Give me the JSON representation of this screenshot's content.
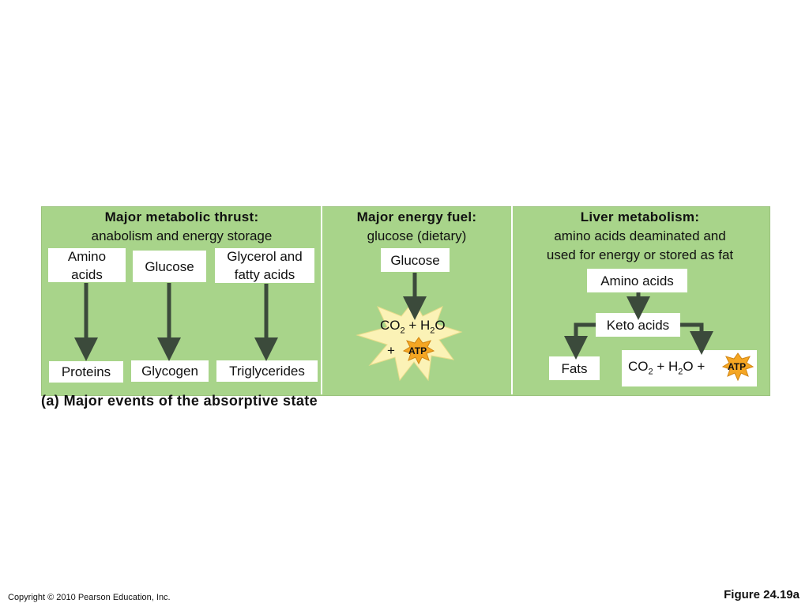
{
  "panels": {
    "anabolism": {
      "title": "Major metabolic thrust:",
      "subtitle": "anabolism and energy storage",
      "inputs": [
        "Amino acids",
        "Glucose",
        "Glycerol and fatty acids"
      ],
      "outputs": [
        "Proteins",
        "Glycogen",
        "Triglycerides"
      ]
    },
    "energy_fuel": {
      "title": "Major energy fuel:",
      "subtitle": "glucose (dietary)",
      "input": "Glucose",
      "product_co2": "CO",
      "product_sub1": "2",
      "product_plus": "+ H",
      "product_sub2": "2",
      "product_o": "O",
      "plus": "+",
      "atp": "ATP"
    },
    "liver": {
      "title": "Liver metabolism:",
      "subtitle_line1": "amino acids deaminated and",
      "subtitle_line2": "used for energy or stored as fat",
      "input": "Amino acids",
      "intermediate": "Keto acids",
      "output_fats": "Fats",
      "product_co2": "CO",
      "product_sub1": "2",
      "product_plus": "+ H",
      "product_sub2": "2",
      "product_o": "O +",
      "atp": "ATP"
    }
  },
  "caption": "(a) Major events of the absorptive state",
  "footer": {
    "copyright": "Copyright © 2010 Pearson Education, Inc.",
    "figure": "Figure 24.19a"
  },
  "colors": {
    "panel_green": "#a8d48a",
    "arrow": "#3b4a3b",
    "starburst": "#fbf2b6",
    "atp_star": "#f5a623"
  }
}
